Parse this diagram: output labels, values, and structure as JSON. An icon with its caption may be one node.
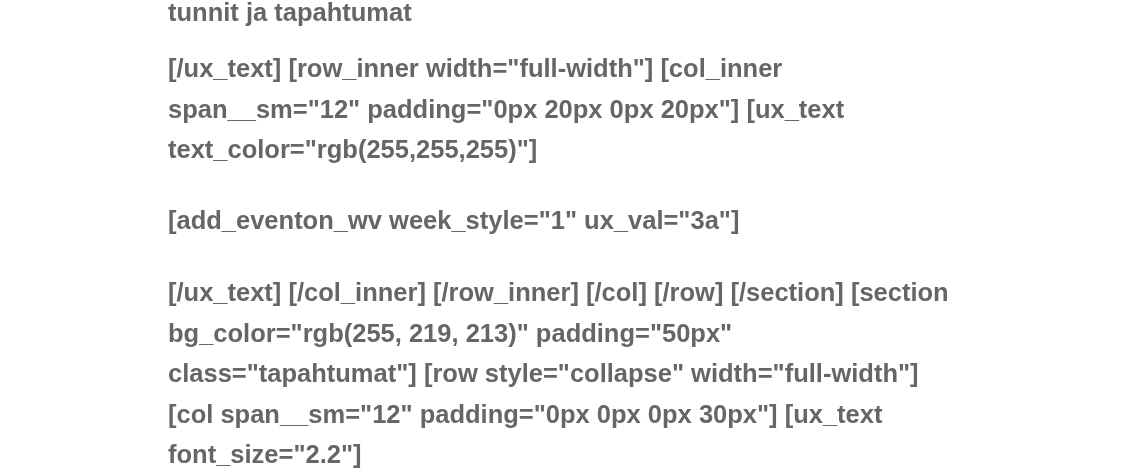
{
  "diagram": {
    "labels": [
      "tunnit ja tapahtumat",
      "[/ux_text] [row_inner width=\"full-width\"] [col_inner span__sm=\"12\" padding=\"0px 20px 0px 20px\"] [ux_text text_color=\"rgb(255,255,255)\"]",
      "[add_eventon_wv week_style=\"1\" ux_val=\"3a\"]",
      "[/ux_text] [/col_inner] [/row_inner] [/col] [/row] [/section] [section bg_color=\"rgb(255, 219, 213)\" padding=\"50px\" class=\"tapahtumat\"] [row style=\"collapse\" width=\"full-width\"] [col span__sm=\"12\" padding=\"0px 0px 0px 30px\"] [ux_text font_size=\"2.2\"]"
    ]
  }
}
